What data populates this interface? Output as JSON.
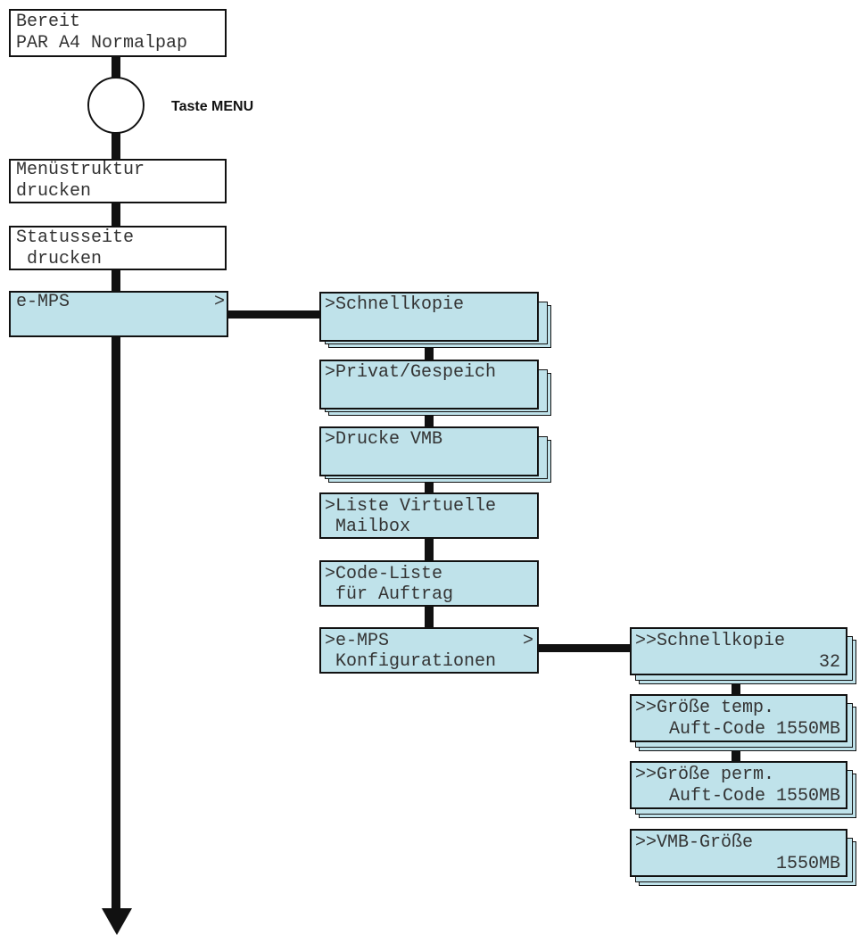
{
  "colors": {
    "box_fill": "#bfe2ea",
    "line": "#111111",
    "text": "#333333"
  },
  "start_display": {
    "line1": "Bereit",
    "line2": "PAR A4 Normalpap"
  },
  "menu_button": {
    "label": "Taste MENU"
  },
  "main_menu": [
    {
      "line1": "Menüstruktur",
      "line2": "drucken"
    },
    {
      "line1": "Statusseite",
      "line2": " drucken"
    },
    {
      "line1": "e-MPS",
      "line2": "",
      "arrow": ">"
    }
  ],
  "emps_submenu": [
    {
      "line1": ">Schnellkopie",
      "line2": ""
    },
    {
      "line1": ">Privat/Gespeich",
      "line2": ""
    },
    {
      "line1": ">Drucke VMB",
      "line2": ""
    },
    {
      "line1": ">Liste Virtuelle",
      "line2": " Mailbox"
    },
    {
      "line1": ">Code-Liste",
      "line2": " für Auftrag"
    },
    {
      "line1": ">e-MPS",
      "line2": " Konfigurationen",
      "arrow": ">"
    }
  ],
  "config_submenu": [
    {
      "line1": ">>Schnellkopie",
      "line2": "32"
    },
    {
      "line1": ">>Größe temp.",
      "line2": "Auft-Code 1550MB"
    },
    {
      "line1": ">>Größe perm.",
      "line2": "Auft-Code 1550MB"
    },
    {
      "line1": ">>VMB-Größe",
      "line2": "1550MB"
    }
  ]
}
